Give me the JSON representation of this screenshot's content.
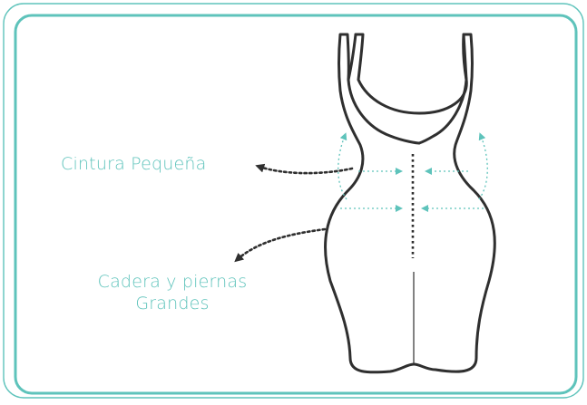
{
  "labels": {
    "waist": "Cintura Pequeña",
    "hips_line1": "Cadera y piernas",
    "hips_line2": "Grandes"
  },
  "colors": {
    "accent": "#5ec3bb",
    "outline": "#2f2f2f",
    "background": "#ffffff"
  }
}
